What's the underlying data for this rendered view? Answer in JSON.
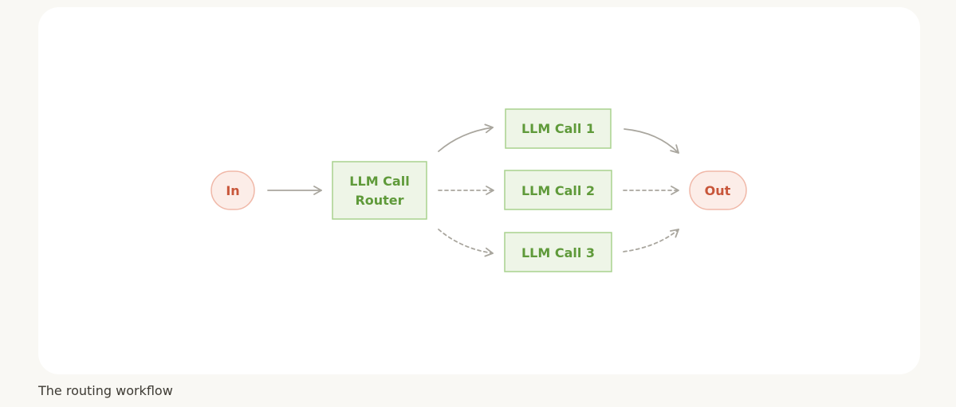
{
  "diagram": {
    "input_label": "In",
    "output_label": "Out",
    "router_label_line1": "LLM Call",
    "router_label_line2": "Router",
    "calls": [
      {
        "label": "LLM Call 1"
      },
      {
        "label": "LLM Call 2"
      },
      {
        "label": "LLM Call 3"
      }
    ],
    "colors": {
      "llm_fill": "#eef5e7",
      "llm_stroke": "#a9d28e",
      "llm_text": "#5f9a3a",
      "terminal_fill": "#fcede8",
      "terminal_stroke": "#f0b8a8",
      "terminal_text": "#c8563a",
      "arrow": "#a9a69e"
    }
  },
  "caption": "The routing workflow"
}
